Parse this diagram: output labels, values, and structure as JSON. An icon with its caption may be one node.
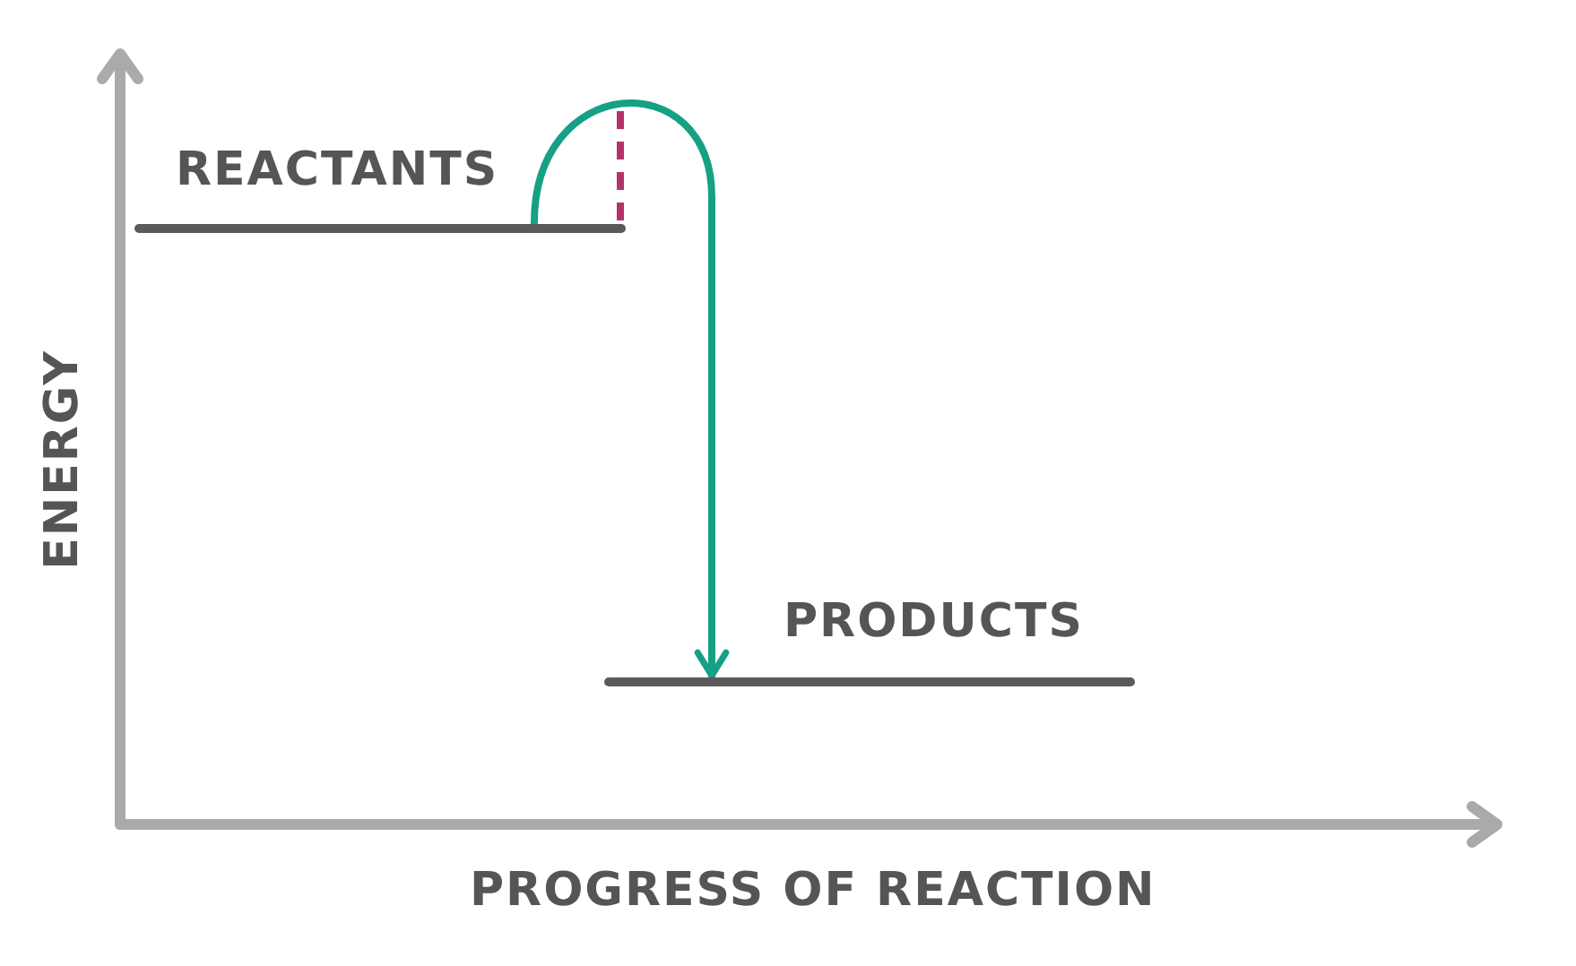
{
  "diagram": {
    "nodes": [
      {
        "text": [
          "REACTANTS"
        ]
      },
      {
        "text": [
          "PRODUCTS"
        ]
      }
    ],
    "edges": [
      {
        "from": 0,
        "to": 1,
        "arrow": "to"
      }
    ],
    "labels": [
      "ENERGY",
      "PROGRESS OF REACTION"
    ]
  }
}
